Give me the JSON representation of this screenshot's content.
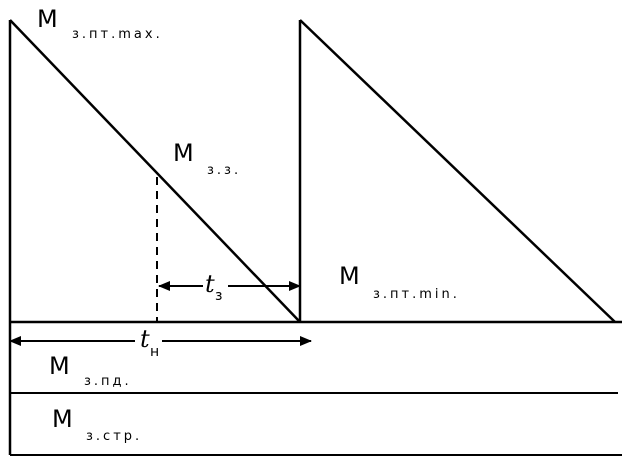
{
  "labels": {
    "m_zpt_max": {
      "main": "M",
      "sub": "з.пт.max."
    },
    "m_zz": {
      "main": "M",
      "sub": "з.з."
    },
    "m_zpt_min": {
      "main": "M",
      "sub": "з.пт.min."
    },
    "m_zpd": {
      "main": "M",
      "sub": "з.пд."
    },
    "m_zstr": {
      "main": "M",
      "sub": "з.стр."
    },
    "t_z": {
      "main": "t",
      "sub": "з"
    },
    "t_n": {
      "main": "t",
      "sub": "н"
    }
  }
}
